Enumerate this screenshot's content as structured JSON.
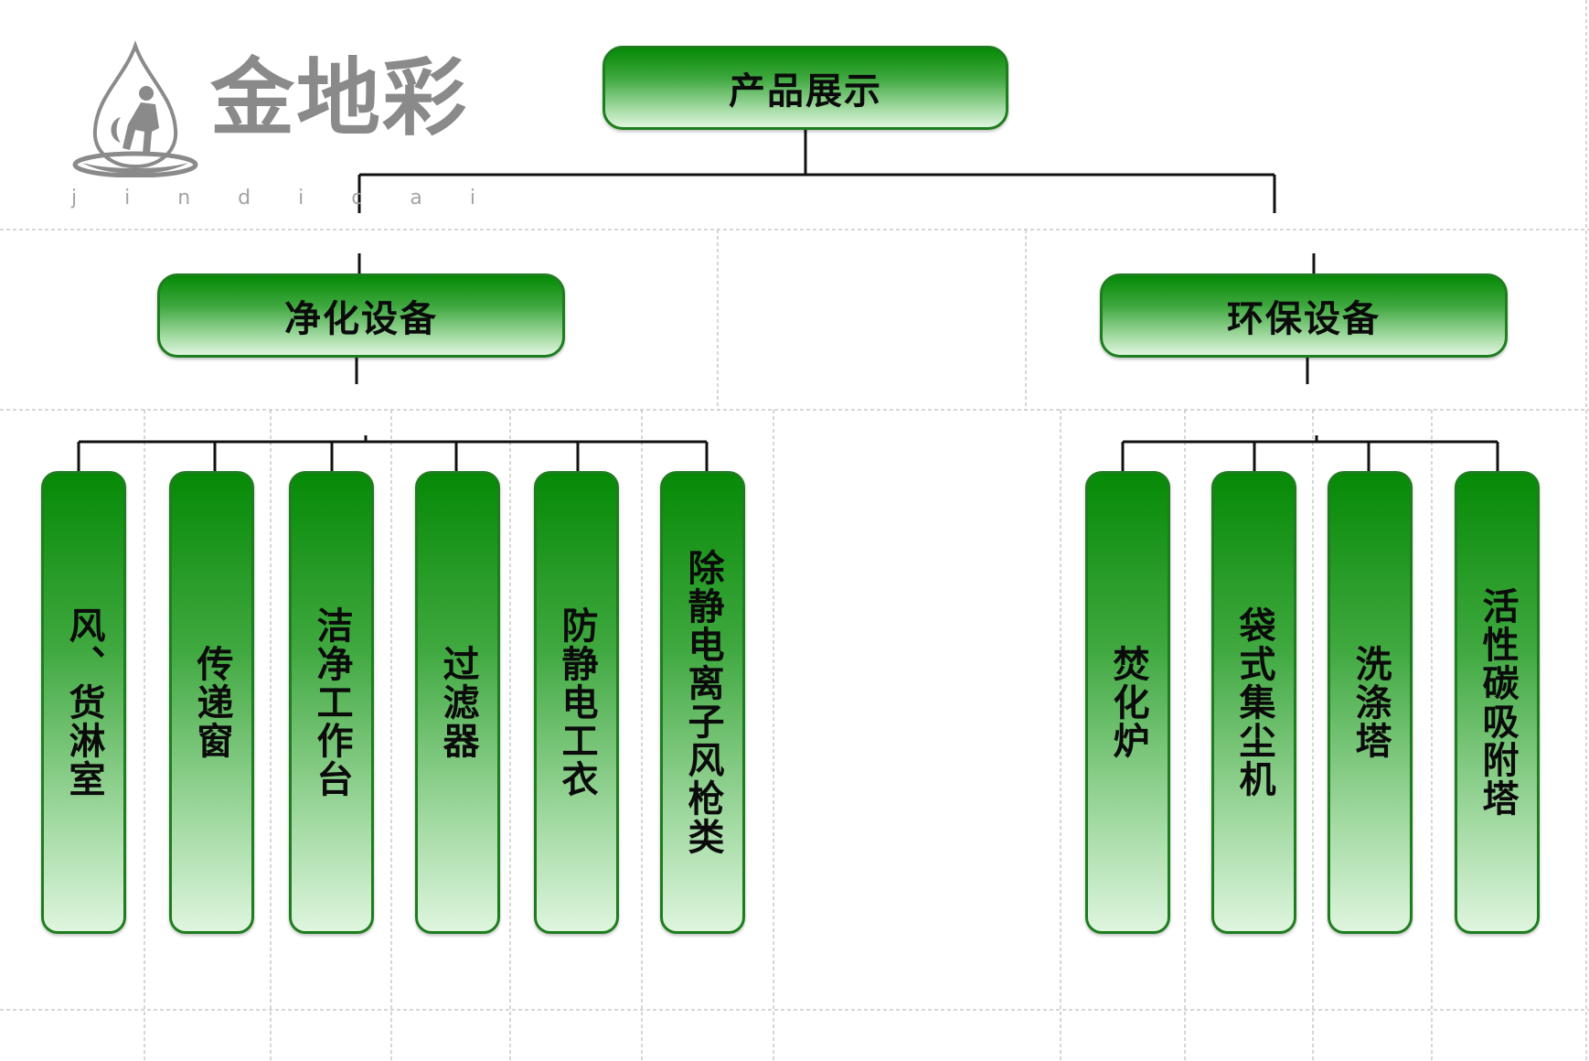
{
  "logo": {
    "brand_name": "金地彩",
    "pinyin": "jindicai",
    "mark_icon": "droplet-figure-logo",
    "color": "#8a8a8a"
  },
  "diagram": {
    "root": {
      "label": "产品展示"
    },
    "categories": [
      {
        "label": "净化设备",
        "items": [
          "风、货淋室",
          "传递窗",
          "洁净工作台",
          "过滤器",
          "防静电工衣",
          "除静电离子风枪类"
        ]
      },
      {
        "label": "环保设备",
        "items": [
          "焚化炉",
          "袋式集尘机",
          "洗涤塔",
          "活性碳吸附塔"
        ]
      }
    ]
  },
  "colors": {
    "node_dark": "#068a06",
    "node_light": "#def5de",
    "node_border": "#1e7d1e",
    "connector": "#111111",
    "grid": "#c8c8c8"
  }
}
